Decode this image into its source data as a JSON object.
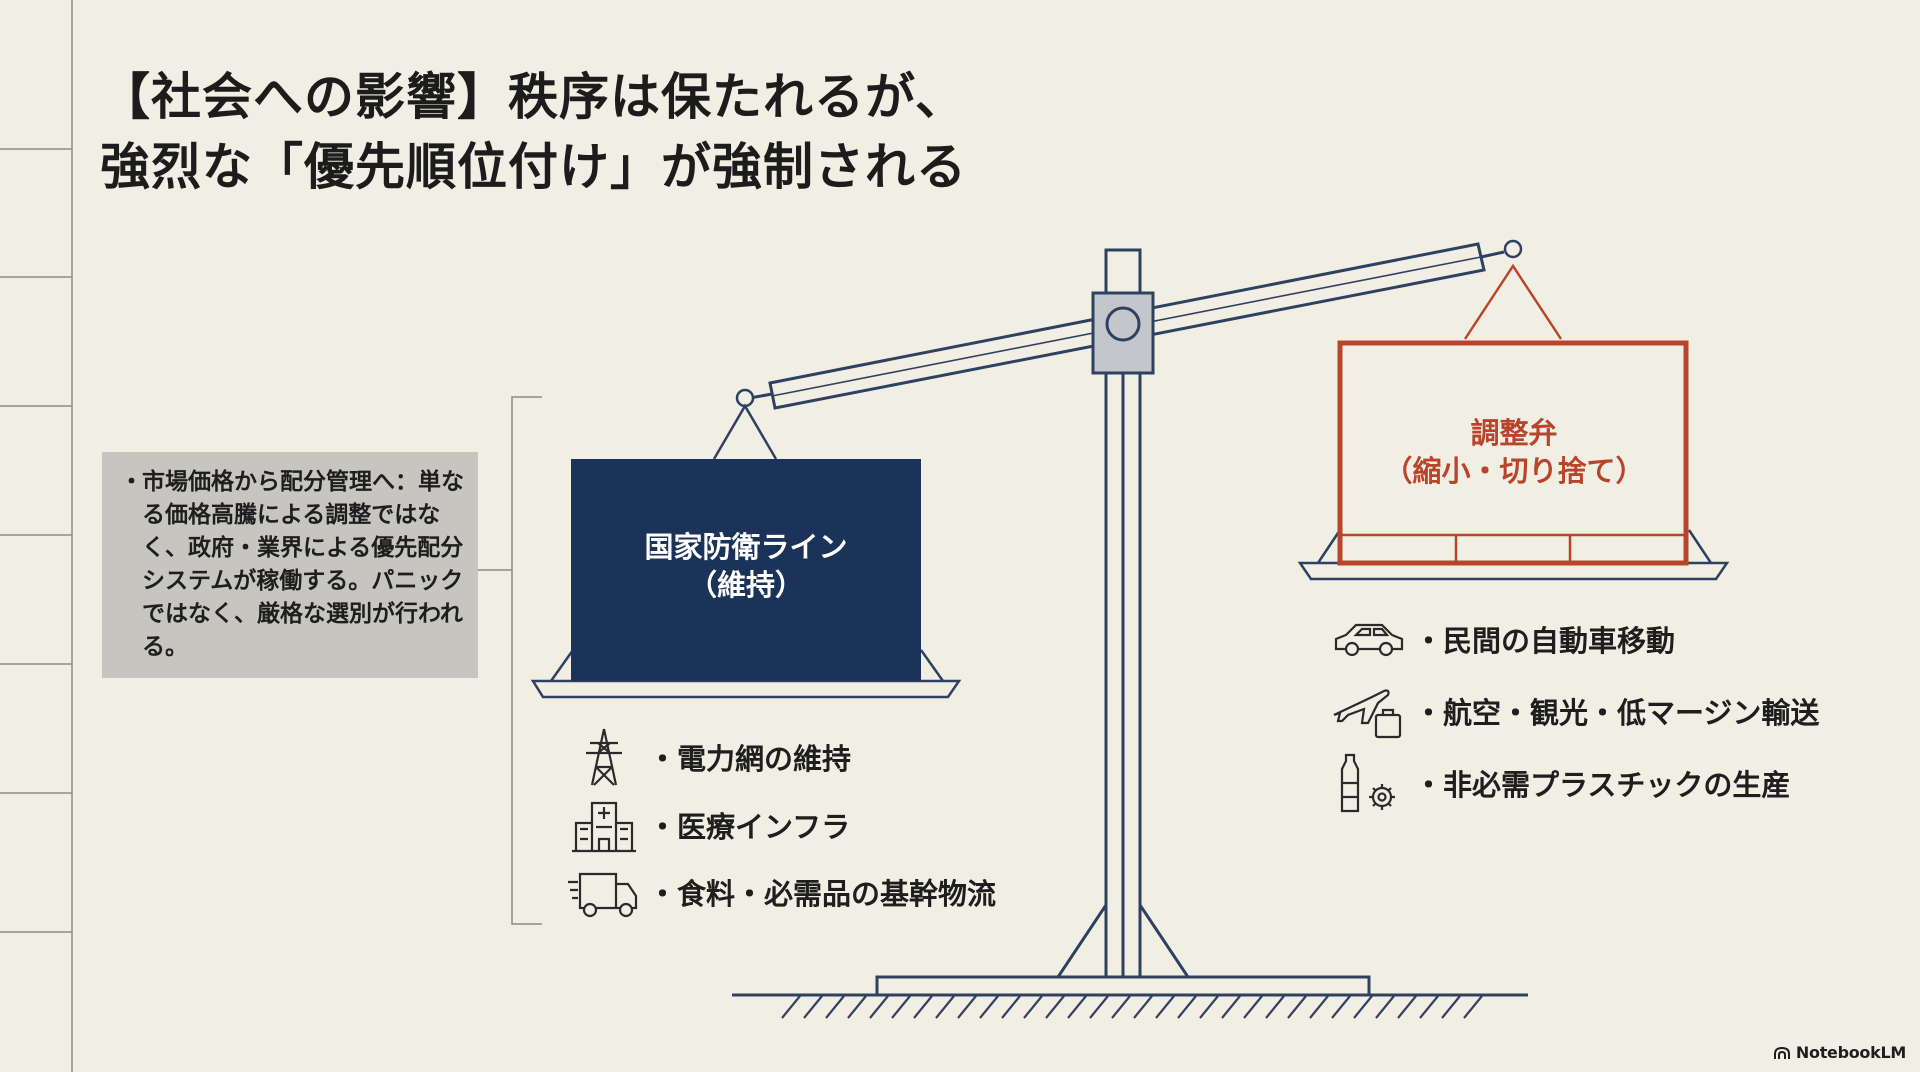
{
  "title": {
    "line1": "【社会への影響】秩序は保たれるが、",
    "line2": "強烈な「優先順位付け」が強制される"
  },
  "note": {
    "bullet": "・",
    "text": "市場価格から配分管理へ：単なる価格高騰による調整ではなく、政府・業界による優先配分システムが稼働する。パニックではなく、厳格な選別が行われる。"
  },
  "left_pan": {
    "label_line1": "国家防衛ライン",
    "label_line2": "（維持）",
    "items": [
      {
        "icon": "power-tower-icon",
        "label": "・電力網の維持"
      },
      {
        "icon": "hospital-icon",
        "label": "・医療インフラ"
      },
      {
        "icon": "delivery-truck-icon",
        "label": "・食料・必需品の基幹物流"
      }
    ]
  },
  "right_pan": {
    "label_line1": "調整弁",
    "label_line2": "（縮小・切り捨て）",
    "items": [
      {
        "icon": "car-icon",
        "label": "・民間の自動車移動"
      },
      {
        "icon": "airplane-luggage-icon",
        "label": "・航空・観光・低マージン輸送"
      },
      {
        "icon": "bottle-gear-icon",
        "label": "・非必需プラスチックの生産"
      }
    ]
  },
  "colors": {
    "background": "#f1eee4",
    "navy": "#1b3358",
    "line": "#2f4160",
    "accent_red": "#b8452b",
    "note_bg": "#c6c5c0"
  },
  "brand": "NotebookLM"
}
